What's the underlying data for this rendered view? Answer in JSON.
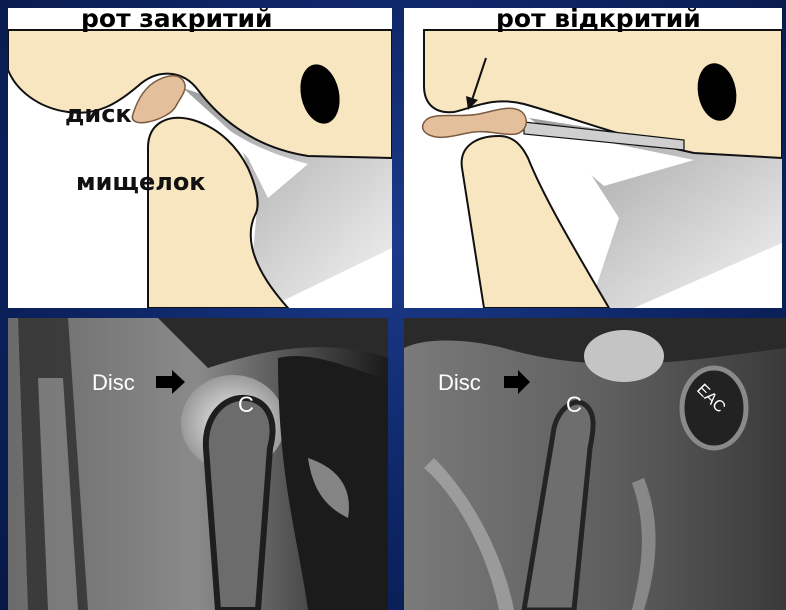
{
  "diagram": {
    "closed": {
      "title": "рот закритий",
      "disc_label": "диск",
      "condyle_label": "мищелок"
    },
    "open": {
      "title": "рот відкритий"
    }
  },
  "mri": {
    "closed": {
      "disc_label": "Disc",
      "condyle_label": "C"
    },
    "open": {
      "disc_label": "Disc",
      "condyle_label": "C",
      "canal_label": "EAC"
    }
  },
  "colors": {
    "bone": "#f7e6bf",
    "disc": "#e3bf9c",
    "shadow": "#c8c8c8",
    "background": "#0d2463"
  }
}
